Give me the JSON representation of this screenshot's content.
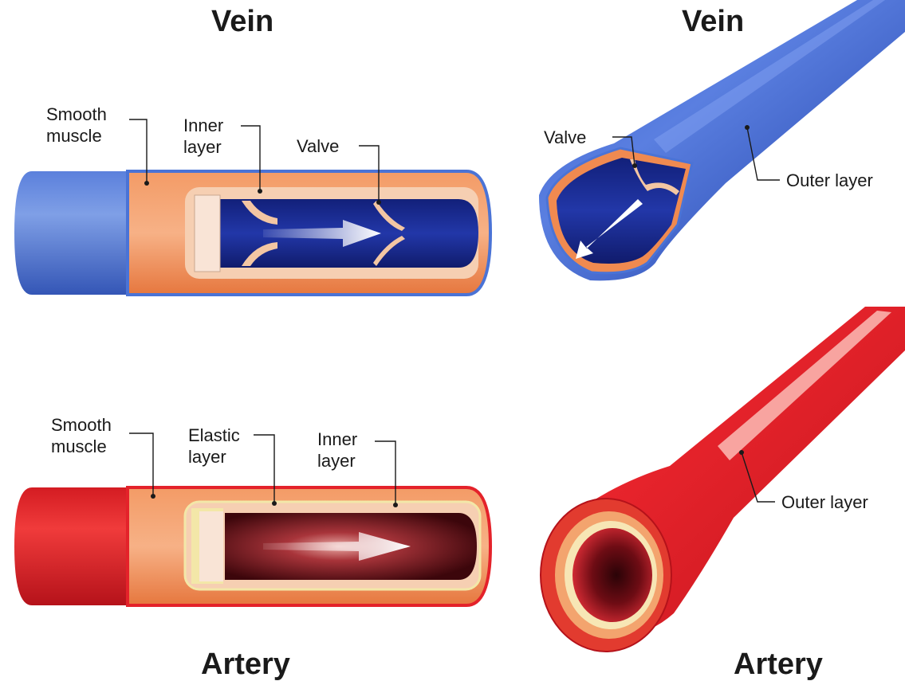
{
  "titles": {
    "vein_left": "Vein",
    "vein_right": "Vein",
    "artery_left": "Artery",
    "artery_right": "Artery"
  },
  "vein_section_labels": {
    "smooth_muscle_line1": "Smooth",
    "smooth_muscle_line2": "muscle",
    "inner_layer_line1": "Inner",
    "inner_layer_line2": "layer",
    "valve": "Valve"
  },
  "vein_tube_labels": {
    "valve": "Valve",
    "outer_layer": "Outer layer"
  },
  "artery_section_labels": {
    "smooth_muscle_line1": "Smooth",
    "smooth_muscle_line2": "muscle",
    "elastic_layer_line1": "Elastic",
    "elastic_layer_line2": "layer",
    "inner_layer_line1": "Inner",
    "inner_layer_line2": "layer"
  },
  "artery_tube_labels": {
    "outer_layer": "Outer layer"
  },
  "colors": {
    "vein_outer": "#4a73d6",
    "vein_lumen": "#1a2a8a",
    "muscle": "#f08a50",
    "inner_layer": "#f5c9a8",
    "artery_outer": "#e4222a",
    "artery_lumen": "#5a0a10",
    "elastic": "#f3e7a8"
  }
}
